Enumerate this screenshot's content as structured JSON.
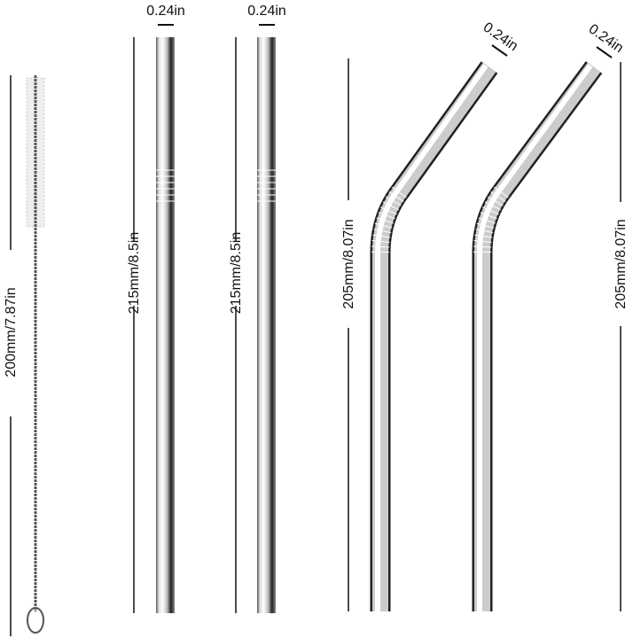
{
  "labels": {
    "brush_length": "200mm/7.87in",
    "straight_length_1": "215mm/8.5in",
    "straight_length_2": "215mm/8.5in",
    "bent_length_1": "205mm/8.07in",
    "bent_length_2": "205mm/8.07in",
    "diameter_1": "0.24in",
    "diameter_2": "0.24in",
    "diameter_3": "0.24in",
    "diameter_4": "0.24in"
  },
  "colors": {
    "metal_light": "#f4f4f4",
    "metal_dark": "#1a1a1a",
    "line": "#111111"
  }
}
